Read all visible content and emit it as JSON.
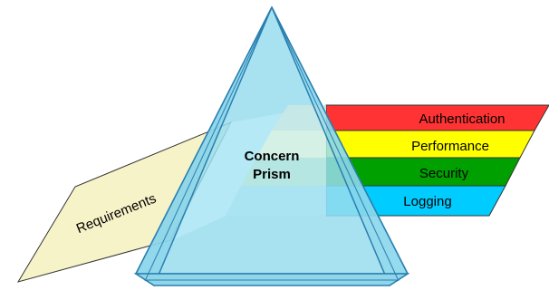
{
  "input": {
    "label": "Requirements"
  },
  "prism": {
    "title_line1": "Concern",
    "title_line2": "Prism"
  },
  "concerns": [
    {
      "label": "Authentication",
      "color": "#ff3333"
    },
    {
      "label": "Performance",
      "color": "#ffff00"
    },
    {
      "label": "Security",
      "color": "#00a000"
    },
    {
      "label": "Logging",
      "color": "#00ccff"
    }
  ],
  "colors": {
    "prism_fill": "#99ddee",
    "prism_stroke": "#2a7fb0",
    "parallelogram_fill": "#f7f3c8"
  }
}
